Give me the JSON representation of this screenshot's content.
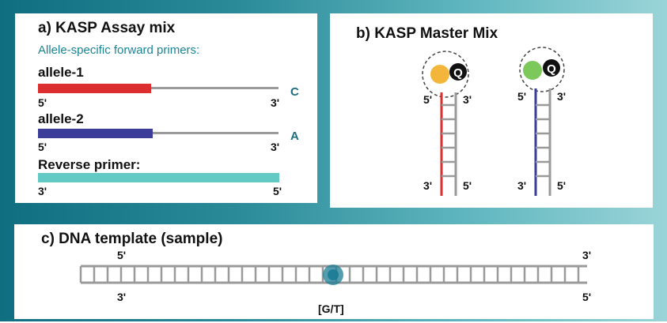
{
  "colors": {
    "allele1_primer": "#dc2e2e",
    "allele2_primer": "#3c3d99",
    "reverse_primer": "#62c9c5",
    "template_strand": "#9a9a9a",
    "fam_dye": "#f4b63a",
    "hex_dye": "#7cc85a",
    "quencher": "#111111",
    "snp_marker": "#1a7c93",
    "accent_text": "#1a8494"
  },
  "panel_a": {
    "title": "a) KASP Assay mix",
    "subtitle": "Allele-specific forward primers:",
    "allele1": {
      "label": "allele-1",
      "end_left": "5'",
      "end_right": "3'",
      "base": "C"
    },
    "allele2": {
      "label": "allele-2",
      "end_left": "5'",
      "end_right": "3'",
      "base": "A"
    },
    "reverse": {
      "label": "Reverse primer:",
      "end_left": "3'",
      "end_right": "5'"
    }
  },
  "panel_b": {
    "title": "b) KASP Master Mix",
    "cassette1": {
      "quencher": "Q",
      "top_left": "5'",
      "top_right": "3'",
      "bottom_left": "3'",
      "bottom_right": "5'"
    },
    "cassette2": {
      "quencher": "Q",
      "top_left": "5'",
      "top_right": "3'",
      "bottom_left": "3'",
      "bottom_right": "5'"
    }
  },
  "panel_c": {
    "title": "c) DNA template (sample)",
    "top_left": "5'",
    "top_right": "3'",
    "bottom_left": "3'",
    "bottom_right": "5'",
    "snp_label": "[G/T]"
  }
}
